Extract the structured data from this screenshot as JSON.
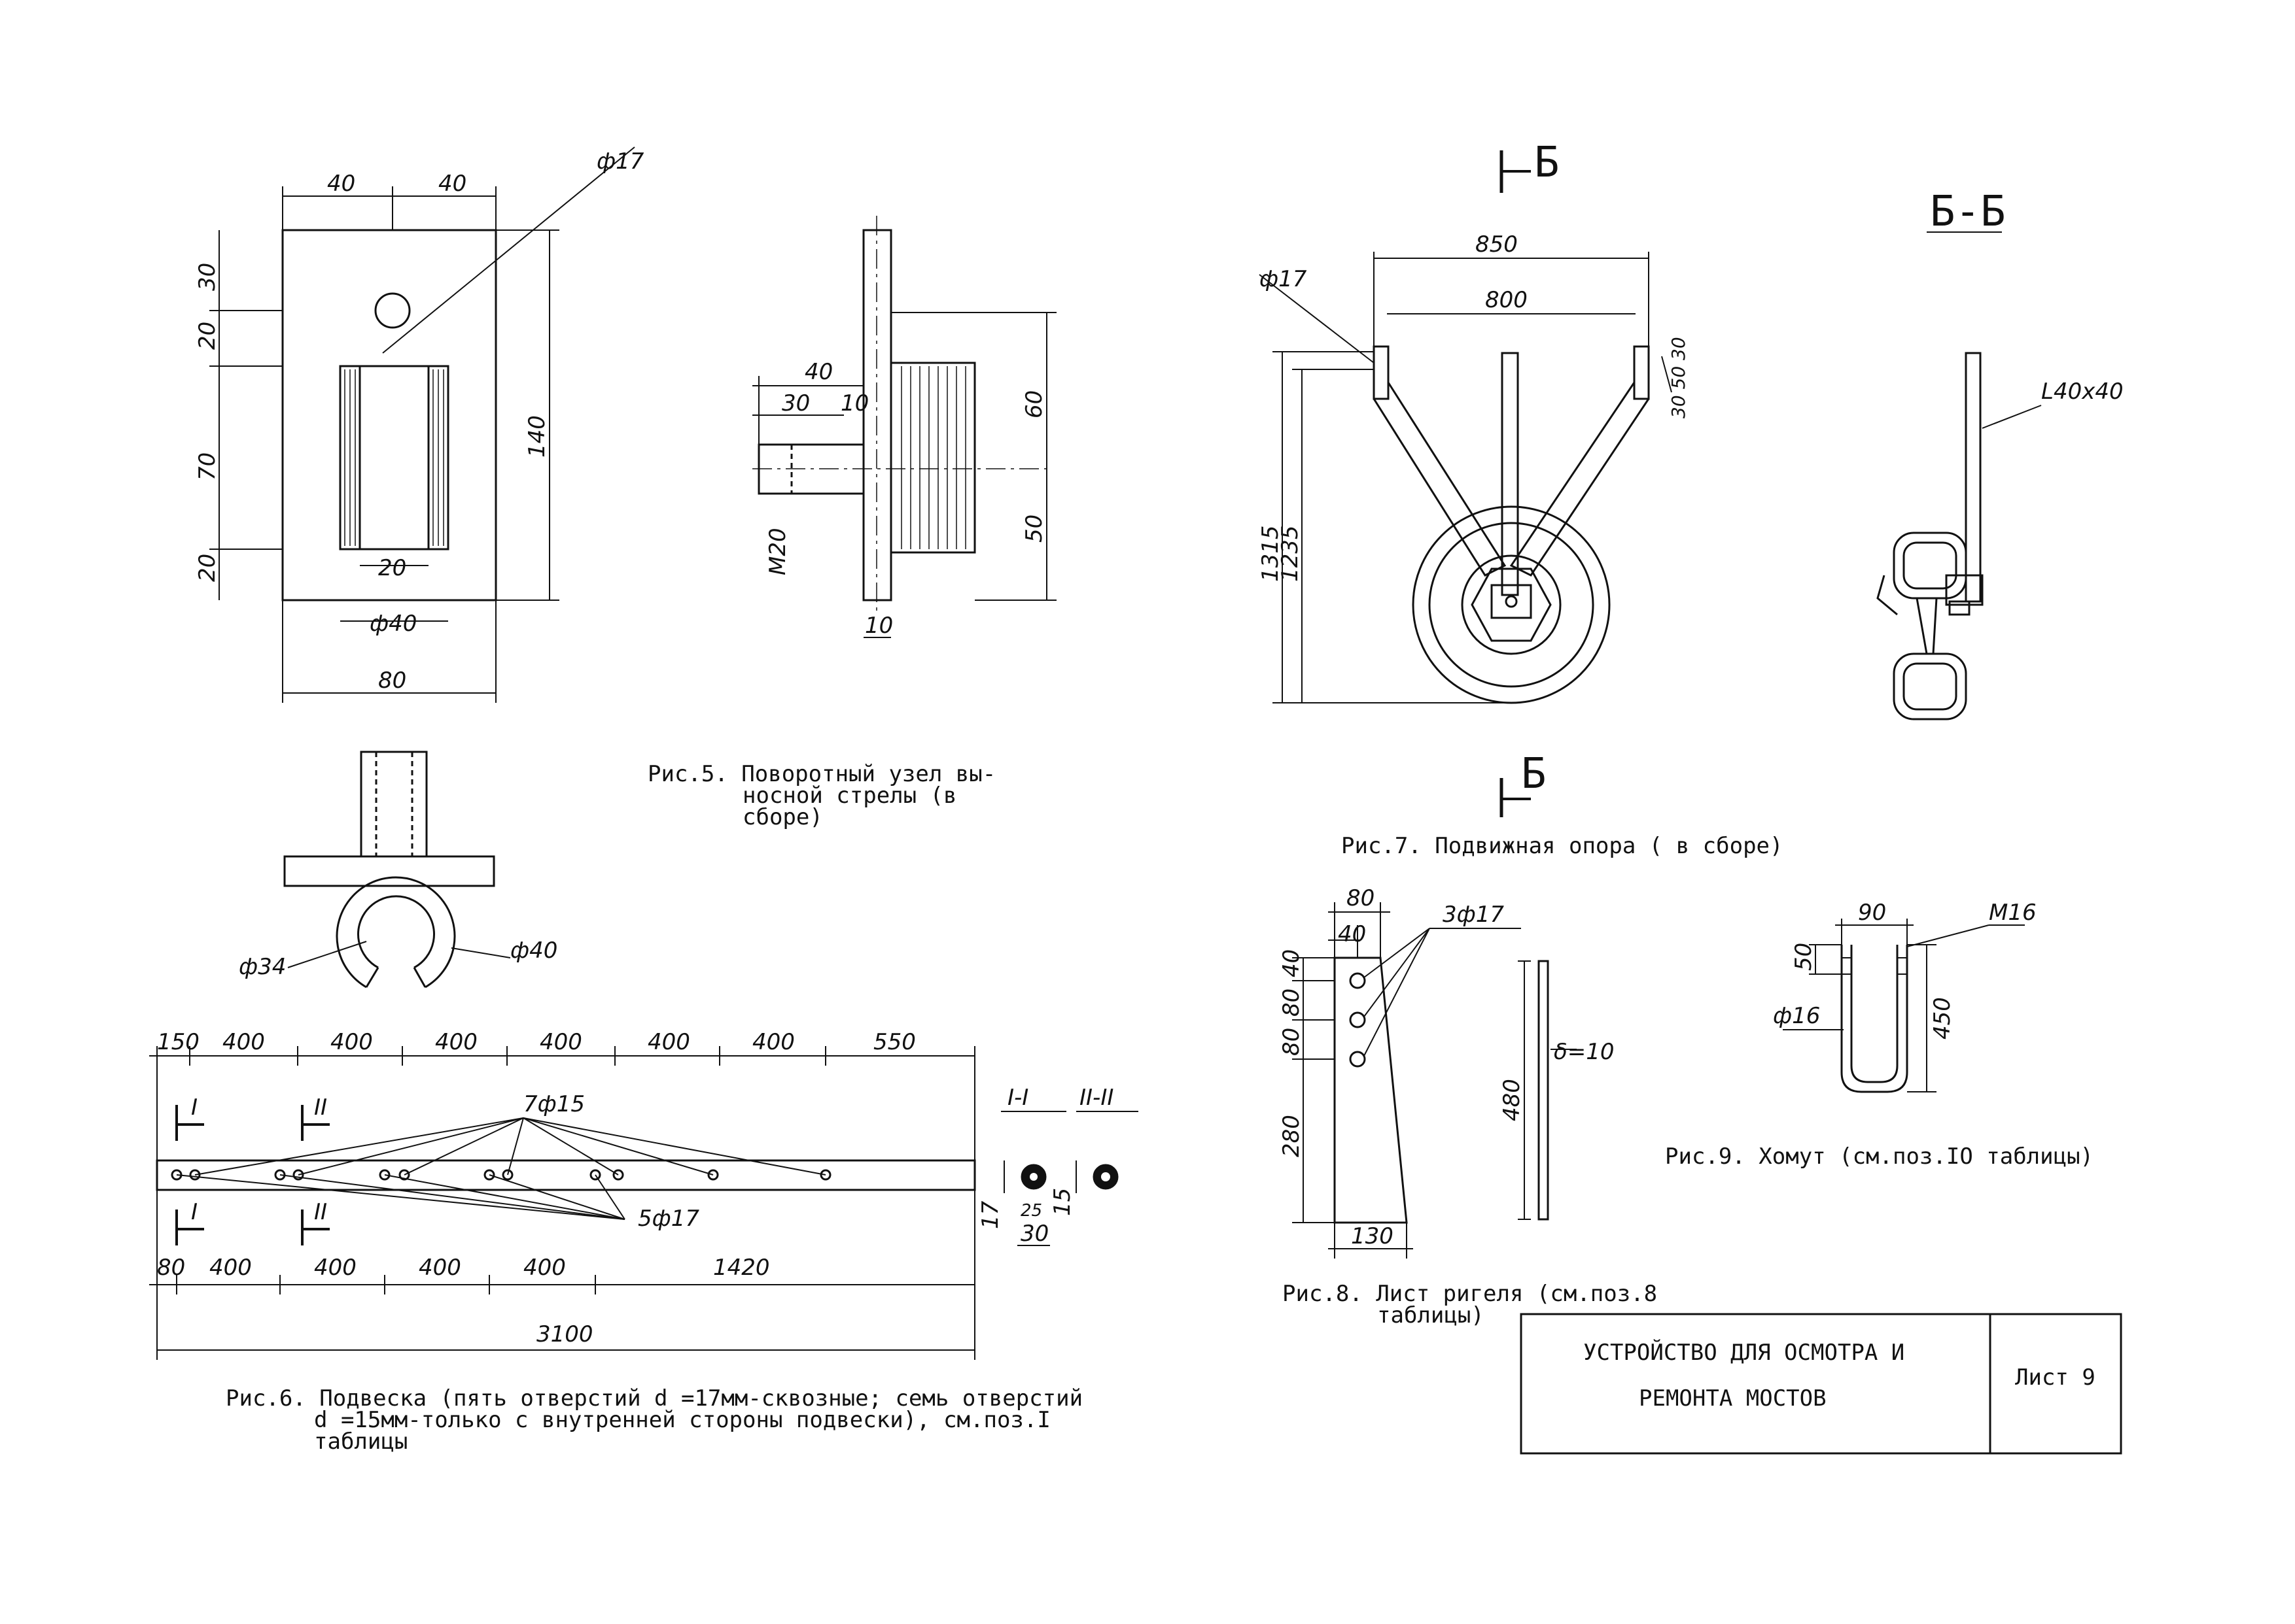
{
  "fig5": {
    "dims": {
      "top_left": "40",
      "top_right": "40",
      "hole": "ф17",
      "left_1": "30",
      "left_2": "20",
      "left_3": "70",
      "left_4": "20",
      "right": "140",
      "inner": "20",
      "dia": "ф40",
      "bottom": "80",
      "side_a": "40",
      "side_b": "30",
      "side_c": "10",
      "side_thread": "M20",
      "side_60": "60",
      "side_50": "50",
      "side_10": "10",
      "ring_34": "ф34",
      "ring_40": "ф40"
    },
    "caption": [
      "Рис.5. Поворотный узел вы-",
      "носной стрелы (в",
      "сборе)"
    ]
  },
  "fig6": {
    "top_dims": [
      "150",
      "400",
      "400",
      "400",
      "400",
      "400",
      "400",
      "550"
    ],
    "bottom_dims": [
      "80",
      "400",
      "400",
      "400",
      "400",
      "1420"
    ],
    "total": "3100",
    "holes_7": "7ф15",
    "holes_5": "5ф17",
    "sec_1": "I",
    "sec_2": "II",
    "sec_title_1": "I-I",
    "sec_title_2": "II-II",
    "sec_dim_17": "17",
    "sec_dim_15": "15",
    "sec_dim_30": "30",
    "sec_dim_25": "25",
    "caption": [
      "Рис.6. Подвеска (пять отверстий d =17мм-сквозные; семь отверстий",
      "d =15мм-только с внутренней стороны подвески), см.поз.I",
      "таблицы"
    ]
  },
  "fig7": {
    "section_mark": "Б",
    "section_title": "Б-Б",
    "dims": {
      "w850": "850",
      "w800": "800",
      "hole": "ф17",
      "h1315": "1315",
      "h1235": "1235",
      "side": "30 50 30",
      "angle": "L40x40"
    },
    "caption": "Рис.7. Подвижная опора ( в сборе)"
  },
  "fig8": {
    "dims": {
      "w80": "80",
      "w40": "40",
      "holes": "3ф17",
      "v40": "40",
      "v80a": "80",
      "v80b": "80",
      "v280": "280",
      "h480": "480",
      "thk": "δ=10",
      "w130": "130"
    },
    "caption": [
      "Рис.8. Лист ригеля (см.поз.8",
      "таблицы)"
    ]
  },
  "fig9": {
    "dims": {
      "w90": "90",
      "thread": "M16",
      "v50": "50",
      "dia": "ф16",
      "h450": "450"
    },
    "caption": "Рис.9. Хомут  (см.поз.IO таблицы)"
  },
  "title_block": {
    "line1": "УСТРОЙСТВО ДЛЯ ОСМОТРА И",
    "line2": "РЕМОНТА МОСТОВ",
    "sheet": "Лист 9"
  }
}
